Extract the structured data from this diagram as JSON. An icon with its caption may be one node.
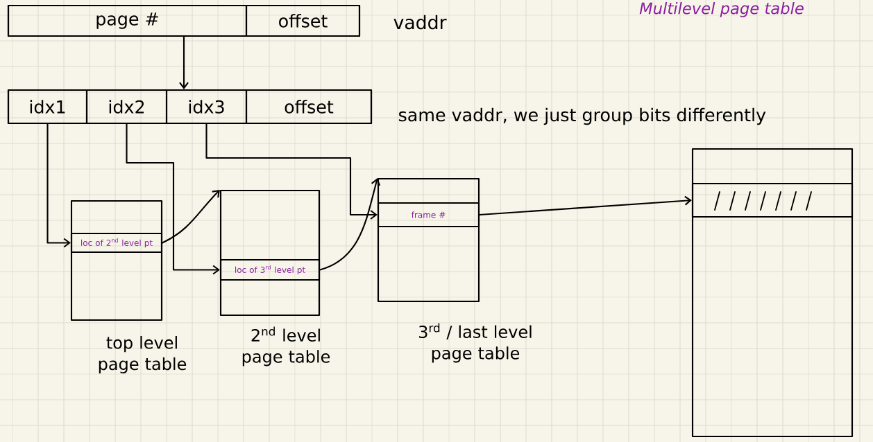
{
  "diagram": {
    "title": "Multilevel page table",
    "nodes": [
      {
        "text": [],
        "shape": "box",
        "beside": [
          "vaddr"
        ]
      },
      {
        "text": [
          "page #"
        ],
        "in": 0
      },
      {
        "text": [
          "offset"
        ],
        "in": 0
      },
      {
        "text": [],
        "shape": "box",
        "beside": [
          "same vaddr, we just group bits differently"
        ]
      },
      {
        "text": [
          "idx1"
        ],
        "in": 3
      },
      {
        "text": [
          "idx2"
        ],
        "in": 3
      },
      {
        "text": [
          "idx3"
        ],
        "in": 3
      },
      {
        "text": [
          "offset"
        ],
        "in": 3
      },
      {
        "text": [],
        "shape": "box",
        "beside": [
          "top level page table"
        ]
      },
      {
        "text": [
          "loc of 2$^{nd}$ level pt"
        ],
        "in": 8
      },
      {
        "text": [],
        "shape": "box",
        "beside": [
          "2$^{nd}$ level page table"
        ]
      },
      {
        "text": [
          "loc of 3$^{rd}$ level pt"
        ],
        "in": 10
      },
      {
        "text": [],
        "shape": "box",
        "beside": [
          "3$^{rd}$ / last level page table"
        ]
      },
      {
        "text": [
          "frame #"
        ],
        "in": 12
      },
      {
        "text": [],
        "shape": "box"
      },
      {
        "text": [],
        "shape": "box",
        "in": 14
      }
    ],
    "edges": [
      {
        "from": 0,
        "to": 3,
        "arrow": "to"
      },
      {
        "from": 4,
        "to": 9,
        "arrow": "to"
      },
      {
        "from": 9,
        "to": 10,
        "arrow": "to"
      },
      {
        "from": 5,
        "to": 11,
        "arrow": "to"
      },
      {
        "from": 11,
        "to": 12,
        "arrow": "to"
      },
      {
        "from": 6,
        "to": 13,
        "arrow": "to"
      },
      {
        "from": 13,
        "to": 15,
        "arrow": "to"
      }
    ]
  }
}
